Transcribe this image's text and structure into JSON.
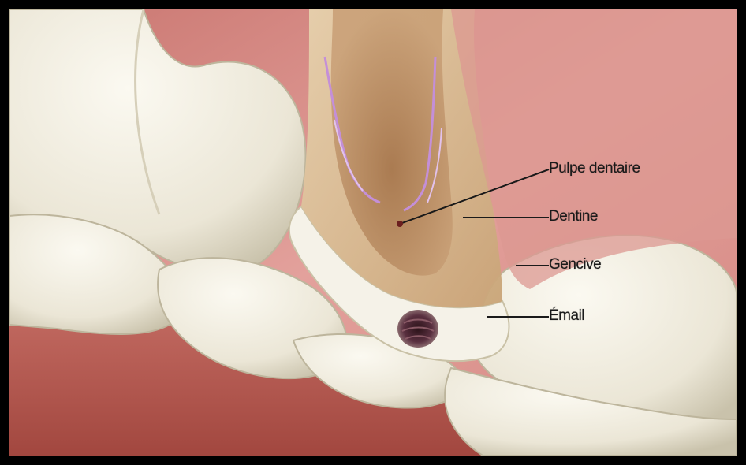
{
  "diagram": {
    "labels": {
      "pulp": "Pulpe dentaire",
      "dentin": "Dentine",
      "gum": "Gencive",
      "enamel": "Émail"
    },
    "colors": {
      "border": "#000000",
      "gum": "#d98b86",
      "gum_highlight": "#ecb3ae",
      "tongue": "#b2574f",
      "tooth": "#f1ede1",
      "tooth_shadow": "#c9c3b0",
      "dentin": "#d6b88c",
      "pulp": "#b98a5f",
      "nerve": "#c48fd8",
      "cavity": "#4a2730",
      "leader_line": "#1a1a1a"
    }
  }
}
